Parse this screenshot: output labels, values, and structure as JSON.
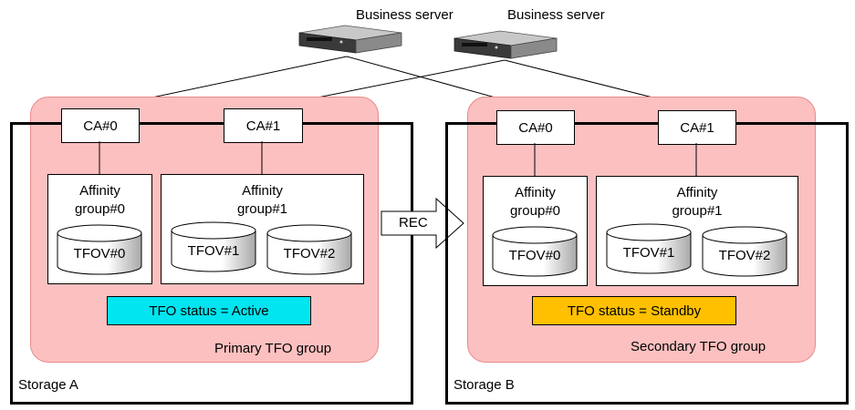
{
  "servers": [
    {
      "label": "Business server"
    },
    {
      "label": "Business server"
    }
  ],
  "storage_a": {
    "label": "Storage A",
    "group_label": "Primary TFO group",
    "ca": [
      "CA#0",
      "CA#1"
    ],
    "affinity_groups": [
      {
        "title_line1": "Affinity",
        "title_line2": "group#0",
        "volumes": [
          "TFOV#0"
        ]
      },
      {
        "title_line1": "Affinity",
        "title_line2": "group#1",
        "volumes": [
          "TFOV#1",
          "TFOV#2"
        ]
      }
    ],
    "status": "TFO status = Active",
    "status_color": "#00e5ef"
  },
  "storage_b": {
    "label": "Storage B",
    "group_label": "Secondary TFO group",
    "ca": [
      "CA#0",
      "CA#1"
    ],
    "affinity_groups": [
      {
        "title_line1": "Affinity",
        "title_line2": "group#0",
        "volumes": [
          "TFOV#0"
        ]
      },
      {
        "title_line1": "Affinity",
        "title_line2": "group#1",
        "volumes": [
          "TFOV#1",
          "TFOV#2"
        ]
      }
    ],
    "status": "TFO status = Standby",
    "status_color": "#ffc000"
  },
  "arrow_label": "REC",
  "colors": {
    "tfo_group_fill": "#fcc0c0",
    "tfo_group_border": "#e98a8a"
  }
}
